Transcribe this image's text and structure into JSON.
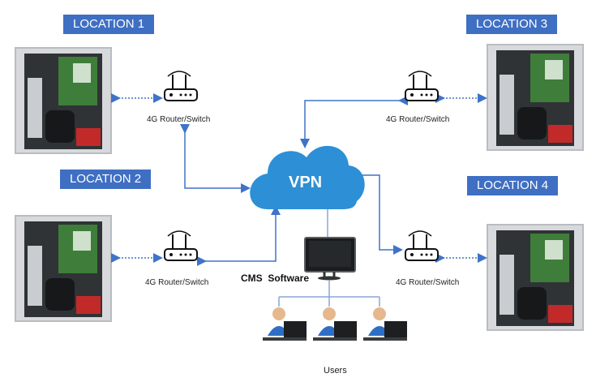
{
  "locations": [
    {
      "label": "LOCATION 1"
    },
    {
      "label": "LOCATION 2"
    },
    {
      "label": "LOCATION 3"
    },
    {
      "label": "LOCATION 4"
    }
  ],
  "routers": [
    {
      "label": "4G Router/Switch"
    },
    {
      "label": "4G Router/Switch"
    },
    {
      "label": "4G Router/Switch"
    },
    {
      "label": "4G Router/Switch"
    }
  ],
  "vpn": {
    "label": "VPN"
  },
  "cms": {
    "label": "CMS  Software"
  },
  "users": {
    "label": "Users"
  },
  "colors": {
    "accent": "#3f6fc3",
    "cloud": "#2d8fd5",
    "line": "#3e73c9"
  }
}
